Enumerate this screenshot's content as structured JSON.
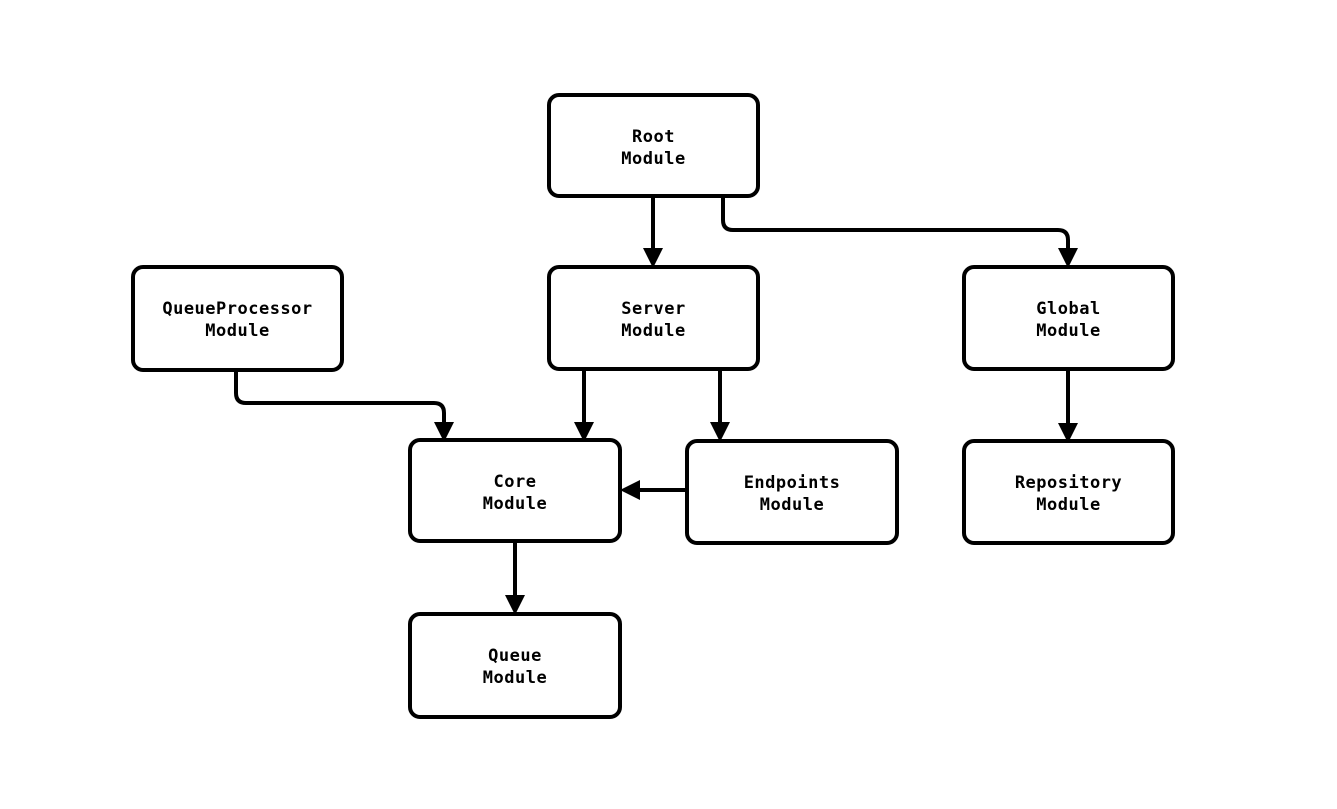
{
  "diagram": {
    "type": "module-dependency-graph",
    "background_color": "#ffffff",
    "stroke_color": "#000000",
    "node_fill_color": "#ffffff",
    "nodes": [
      {
        "id": "root",
        "line1": "Root",
        "line2": "Module"
      },
      {
        "id": "queueprocessor",
        "line1": "QueueProcessor",
        "line2": "Module"
      },
      {
        "id": "server",
        "line1": "Server",
        "line2": "Module"
      },
      {
        "id": "global",
        "line1": "Global",
        "line2": "Module"
      },
      {
        "id": "core",
        "line1": "Core",
        "line2": "Module"
      },
      {
        "id": "endpoints",
        "line1": "Endpoints",
        "line2": "Module"
      },
      {
        "id": "repository",
        "line1": "Repository",
        "line2": "Module"
      },
      {
        "id": "queue",
        "line1": "Queue",
        "line2": "Module"
      }
    ],
    "edges": [
      {
        "from": "root",
        "to": "server"
      },
      {
        "from": "root",
        "to": "global"
      },
      {
        "from": "queueprocessor",
        "to": "core"
      },
      {
        "from": "server",
        "to": "core"
      },
      {
        "from": "server",
        "to": "endpoints"
      },
      {
        "from": "endpoints",
        "to": "core"
      },
      {
        "from": "global",
        "to": "repository"
      },
      {
        "from": "core",
        "to": "queue"
      }
    ]
  }
}
